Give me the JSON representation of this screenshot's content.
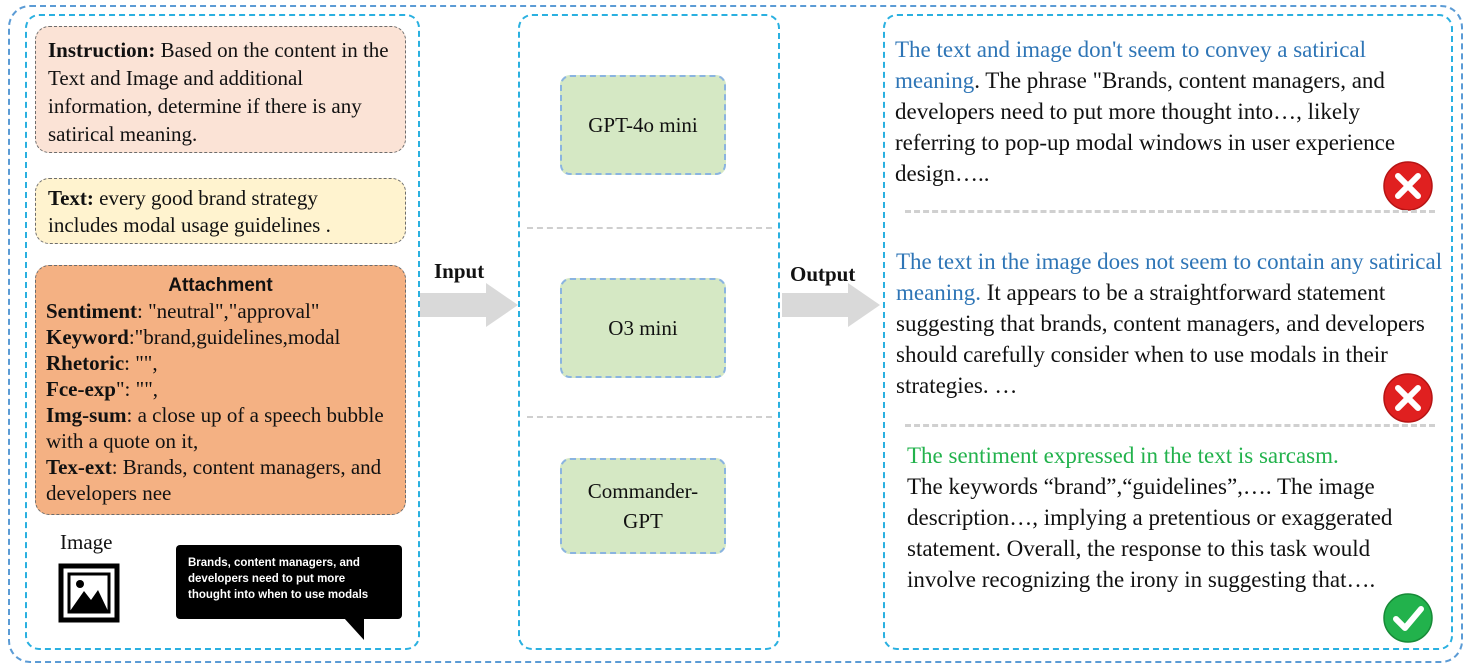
{
  "left_panel": {
    "instruction": {
      "label": "Instruction:",
      "text": " Based on the content in the Text and Image and additional information, determine if there is any satirical meaning."
    },
    "text_input": {
      "label": "Text:",
      "text": " every good brand strategy includes modal usage guidelines ."
    },
    "attachment": {
      "title": "Attachment",
      "lines": [
        {
          "key": "Sentiment",
          "value": ": \"neutral\",\"approval\""
        },
        {
          "key": "Keyword",
          "value": ":\"brand,guidelines,modal"
        },
        {
          "key": "Rhetoric",
          "value": ": \"\","
        },
        {
          "key": "Fce-exp",
          "value": "\": \"\","
        },
        {
          "key": "Img-sum",
          "value": ": a close up of a speech bubble with a quote on it,"
        },
        {
          "key": "Tex-ext",
          "value": ": Brands, content managers, and developers nee"
        }
      ]
    },
    "image_label": "Image",
    "bubble_text": "Brands, content managers, and developers need to put more thought into when to use modals"
  },
  "flow": {
    "input_label": "Input",
    "output_label": "Output"
  },
  "models": [
    "GPT-4o mini",
    "O3 mini",
    "Commander-GPT"
  ],
  "responses": [
    {
      "highlight": "The text and image don't seem to convey a satirical meaning",
      "rest": ". The phrase \"Brands, content managers, and developers need to put more thought into…, likely referring to pop-up modal windows in user experience design…..",
      "verdict": "wrong"
    },
    {
      "highlight": "The text in the image does not seem to contain any satirical meaning.",
      "rest": " It appears to be a straightforward statement suggesting that brands, content managers, and developers should carefully consider when to use modals in their strategies. …",
      "verdict": "wrong"
    },
    {
      "highlight": "The sentiment expressed in the text is sarcasm.",
      "rest": "The keywords “brand”,“guidelines”,…. The image description…, implying a pretentious or exaggerated statement. Overall, the response to this task would involve recognizing the irony in suggesting that….",
      "verdict": "correct"
    }
  ],
  "colors": {
    "frame": "#5b9bd5",
    "panel": "#2ab0e0",
    "instruction_bg": "#fbe3d6",
    "text_bg": "#fff3cf",
    "attachment_bg": "#f4b183",
    "model_bg": "#d5e8c4",
    "highlight_blue": "#2e75b6",
    "highlight_green": "#22b24c",
    "wrong_mark": "#e02020",
    "correct_mark": "#22b24c"
  },
  "icons": {
    "image": "picture-icon",
    "wrong": "cross-circle-icon",
    "correct": "check-circle-icon"
  }
}
